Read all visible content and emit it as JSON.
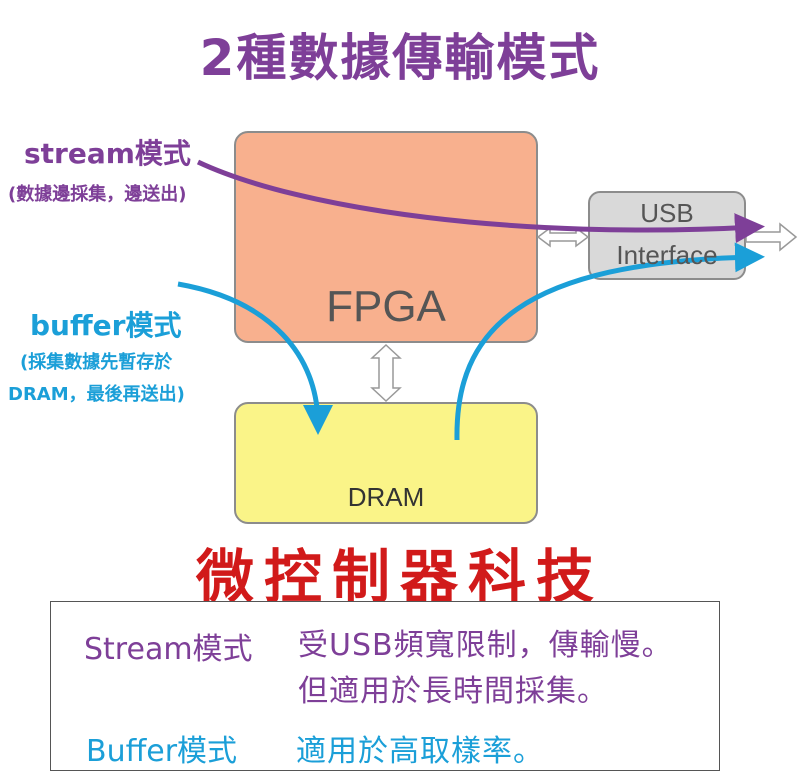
{
  "title": "2種數據傳輸模式",
  "blocks": {
    "fpga": "FPGA",
    "dram": "DRAM",
    "usb_line1": "USB",
    "usb_line2": "Interface"
  },
  "modes": {
    "stream_label": "stream模式",
    "stream_desc": "(數據邊採集，邊送出)",
    "buffer_label": "buffer模式",
    "buffer_desc_line1": "(採集數據先暫存於",
    "buffer_desc_line2": "DRAM，最後再送出)"
  },
  "brand": "微控制器科技",
  "summary": {
    "stream_head": "Stream模式",
    "stream_line1": "受USB頻寬限制，傳輸慢。",
    "stream_line2": "但適用於長時間採集。",
    "buffer_head": "Buffer模式",
    "buffer_line1": "適用於高取樣率。"
  },
  "colors": {
    "stream": "#7e3f98",
    "buffer": "#1b9fd8",
    "fpga_fill": "#f8b08e",
    "dram_fill": "#faf488",
    "usb_fill": "#d9d9d9",
    "brand": "#d11a1a"
  }
}
